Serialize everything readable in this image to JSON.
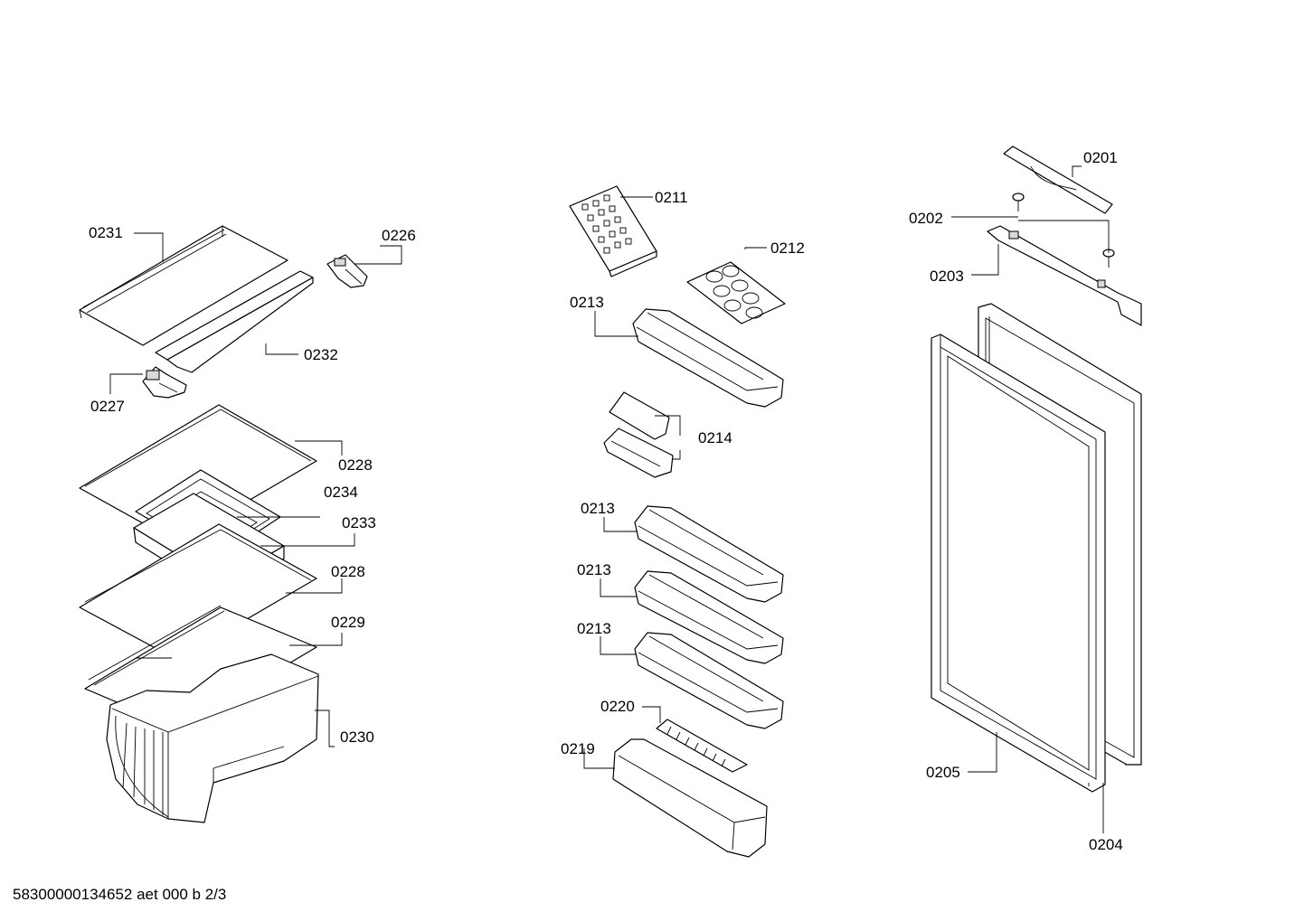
{
  "labels": {
    "p0201": "0201",
    "p0202": "0202",
    "p0203": "0203",
    "p0204": "0204",
    "p0205": "0205",
    "p0211": "0211",
    "p0212": "0212",
    "p0213a": "0213",
    "p0213b": "0213",
    "p0213c": "0213",
    "p0213d": "0213",
    "p0214": "0214",
    "p0219": "0219",
    "p0220": "0220",
    "p0226": "0226",
    "p0227": "0227",
    "p0228a": "0228",
    "p0228b": "0228",
    "p0229": "0229",
    "p0230": "0230",
    "p0231": "0231",
    "p0232": "0232",
    "p0233": "0233",
    "p0234": "0234"
  },
  "footer": "58300000134652 aet 000 b 2/3"
}
